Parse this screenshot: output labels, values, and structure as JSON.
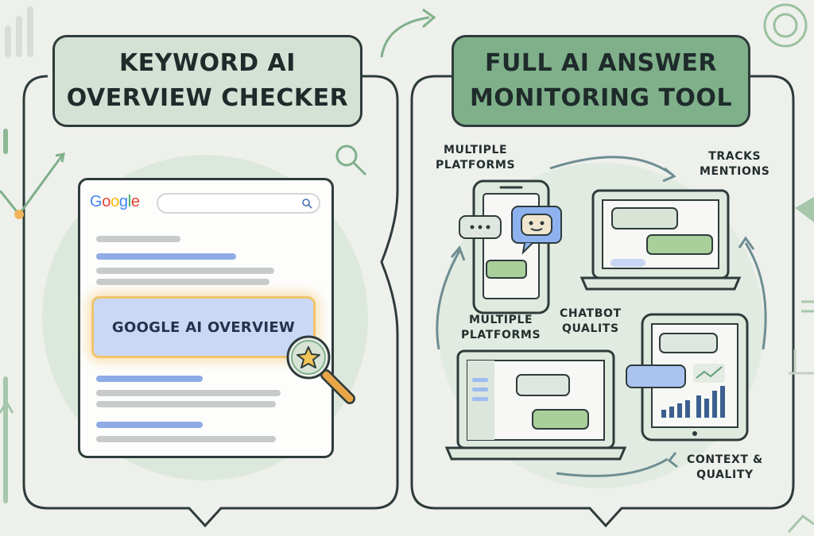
{
  "left_panel": {
    "title_line1": "KEYWORD AI",
    "title_line2": "OVERVIEW CHECKER",
    "google_logo": [
      "G",
      "o",
      "o",
      "g",
      "l",
      "e"
    ],
    "google_logo_colors": [
      "#4285F4",
      "#EA4335",
      "#FBBC05",
      "#4285F4",
      "#34A853",
      "#EA4335"
    ],
    "ai_overview_label": "GOOGLE AI OVERVIEW",
    "icons": [
      "search-icon",
      "star-magnifier-icon"
    ]
  },
  "right_panel": {
    "title_line1": "FULL AI ANSWER",
    "title_line2": "MONITORING TOOL",
    "label_top_left": [
      "MULTIPLE",
      "PLATFORMS"
    ],
    "label_top_right": [
      "TRACKS",
      "MENTIONS"
    ],
    "label_mid_left": [
      "MULTIPLE",
      "PLATFORMS"
    ],
    "label_center": [
      "CHATBOT",
      "QUALITS"
    ],
    "label_bottom_right": [
      "CONTEXT &",
      "QUALITY"
    ],
    "icons": [
      "phone-icon",
      "robot-icon",
      "laptop-icon",
      "tablet-icon",
      "chart-icon"
    ]
  },
  "colors": {
    "accent_green": "#7fb08a",
    "light_green": "#d5e1d4",
    "chat_green": "#a9cf9b",
    "chat_blue": "#a9c2ef",
    "outline": "#2e3b3b",
    "highlight": "#f1c46c"
  }
}
